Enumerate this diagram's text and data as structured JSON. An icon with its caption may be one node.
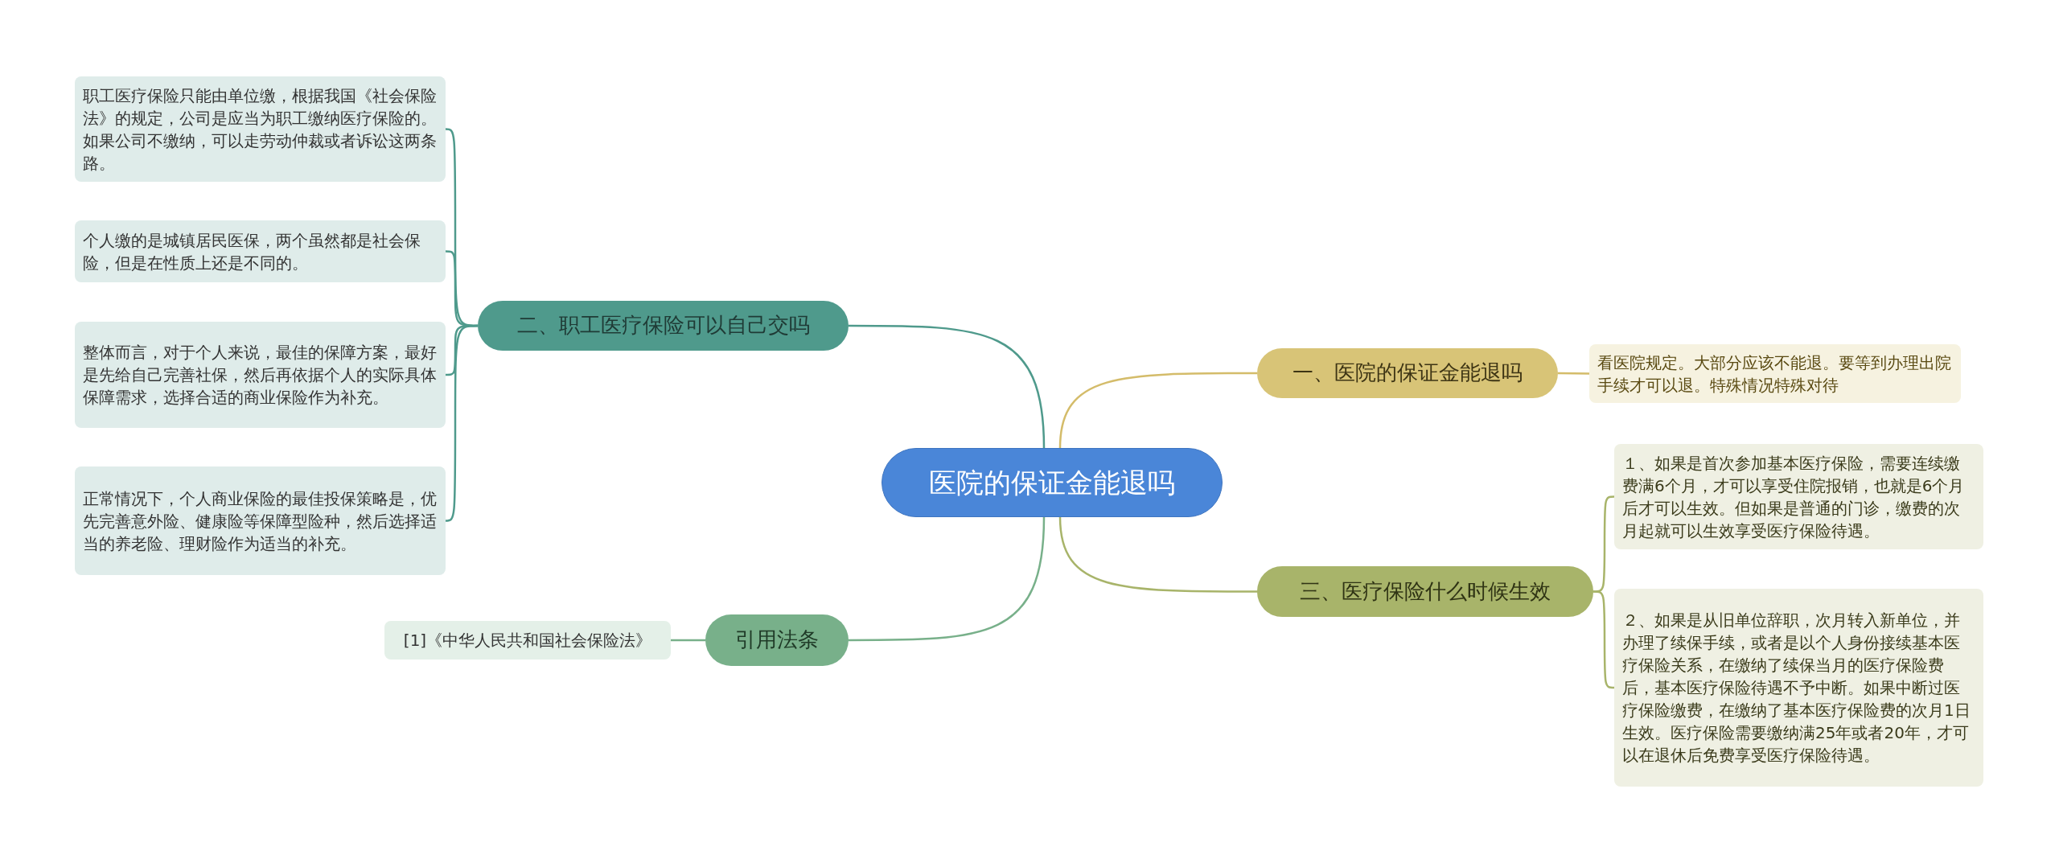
{
  "diagram": {
    "nodes": [
      {
        "text": [
          "医院的保证金能退吗"
        ]
      },
      {
        "text": [
          "二、职工医疗保险可以自己交吗"
        ]
      },
      {
        "text": [
          "职工医疗保险只能由单位缴，根据我国《社会保险法》的规定，公司是应当为职工缴纳医疗保险的。如果公司不缴纳，可以走劳动仲裁或者诉讼这两条路。"
        ]
      },
      {
        "text": [
          "个人缴的是城镇居民医保，两个虽然都是社会保险，但是在性质上还是不同的。"
        ]
      },
      {
        "text": [
          "整体而言，对于个人来说，最佳的保障方案，最好是先给自己完善社保，然后再依据个人的实际具体保障需求，选择合适的商业保险作为补充。"
        ]
      },
      {
        "text": [
          "正常情况下，个人商业保险的最佳投保策略是，优先完善意外险、健康险等保障型险种，然后选择适当的养老险、理财险作为适当的补充。"
        ]
      },
      {
        "text": [
          "引用法条"
        ]
      },
      {
        "text": [
          "[1]《中华人民共和国社会保险法》"
        ]
      },
      {
        "text": [
          "一、医院的保证金能退吗"
        ]
      },
      {
        "text": [
          "看医院规定。大部分应该不能退。要等到办理出院手续才可以退。特殊情况特殊对待"
        ]
      },
      {
        "text": [
          "三、医疗保险什么时候生效"
        ]
      },
      {
        "text": [
          "１、如果是首次参加基本医疗保险，需要连续缴费满6个月，才可以享受住院报销，也就是6个月后才可以生效。但如果是普通的门诊，缴费的次月起就可以生效享受医疗保险待遇。"
        ]
      },
      {
        "text": [
          "２、如果是从旧单位辞职，次月转入新单位，并办理了续保手续，或者是以个人身份接续基本医疗保险关系，在缴纳了续保当月的医疗保险费后，基本医疗保险待遇不予中断。如果中断过医疗保险缴费，在缴纳了基本医疗保险费的次月1日生效。医疗保险需要缴纳满25年或者20年，才可以在退休后免费享受医疗保险待遇。"
        ]
      }
    ],
    "edges": [
      {
        "from": 0,
        "to": 1,
        "arrow": "none"
      },
      {
        "from": 1,
        "to": 2,
        "arrow": "none"
      },
      {
        "from": 1,
        "to": 3,
        "arrow": "none"
      },
      {
        "from": 1,
        "to": 4,
        "arrow": "none"
      },
      {
        "from": 1,
        "to": 5,
        "arrow": "none"
      },
      {
        "from": 0,
        "to": 6,
        "arrow": "none",
        "color": "#78b08a"
      },
      {
        "from": 6,
        "to": 7,
        "arrow": "none",
        "color": "#78b08a"
      },
      {
        "from": 0,
        "to": 8,
        "arrow": "none",
        "color": "#d4bc6a"
      },
      {
        "from": 8,
        "to": 9,
        "arrow": "none",
        "color": "#d4bc6a"
      },
      {
        "from": 0,
        "to": 10,
        "arrow": "none",
        "color": "#a8b46a"
      },
      {
        "from": 10,
        "to": 11,
        "arrow": "none",
        "color": "#a8b46a"
      },
      {
        "from": 10,
        "to": 12,
        "arrow": "none",
        "color": "#a8b46a"
      }
    ]
  }
}
